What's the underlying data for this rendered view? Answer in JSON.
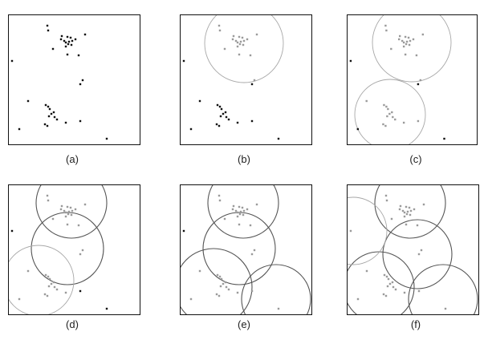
{
  "panels": [
    {
      "id": "a",
      "caption": "(a)",
      "dark_circles": 0,
      "light_circles": 0
    },
    {
      "id": "b",
      "caption": "(b)",
      "dark_circles": 0,
      "light_circles": 1
    },
    {
      "id": "c",
      "caption": "(c)",
      "dark_circles": 0,
      "light_circles": 2
    },
    {
      "id": "d",
      "caption": "(d)",
      "dark_circles": 2,
      "light_circles": 1
    },
    {
      "id": "e",
      "caption": "(e)",
      "dark_circles": 4,
      "light_circles": 0
    },
    {
      "id": "f",
      "caption": "(f)",
      "dark_circles": 4,
      "light_circles": 1
    }
  ],
  "colors": {
    "frame": "#111111",
    "point_dark": "#111111",
    "point_faded": "#9a9a9a",
    "circle_dark": "#555555",
    "circle_light": "#a8a8a8"
  }
}
